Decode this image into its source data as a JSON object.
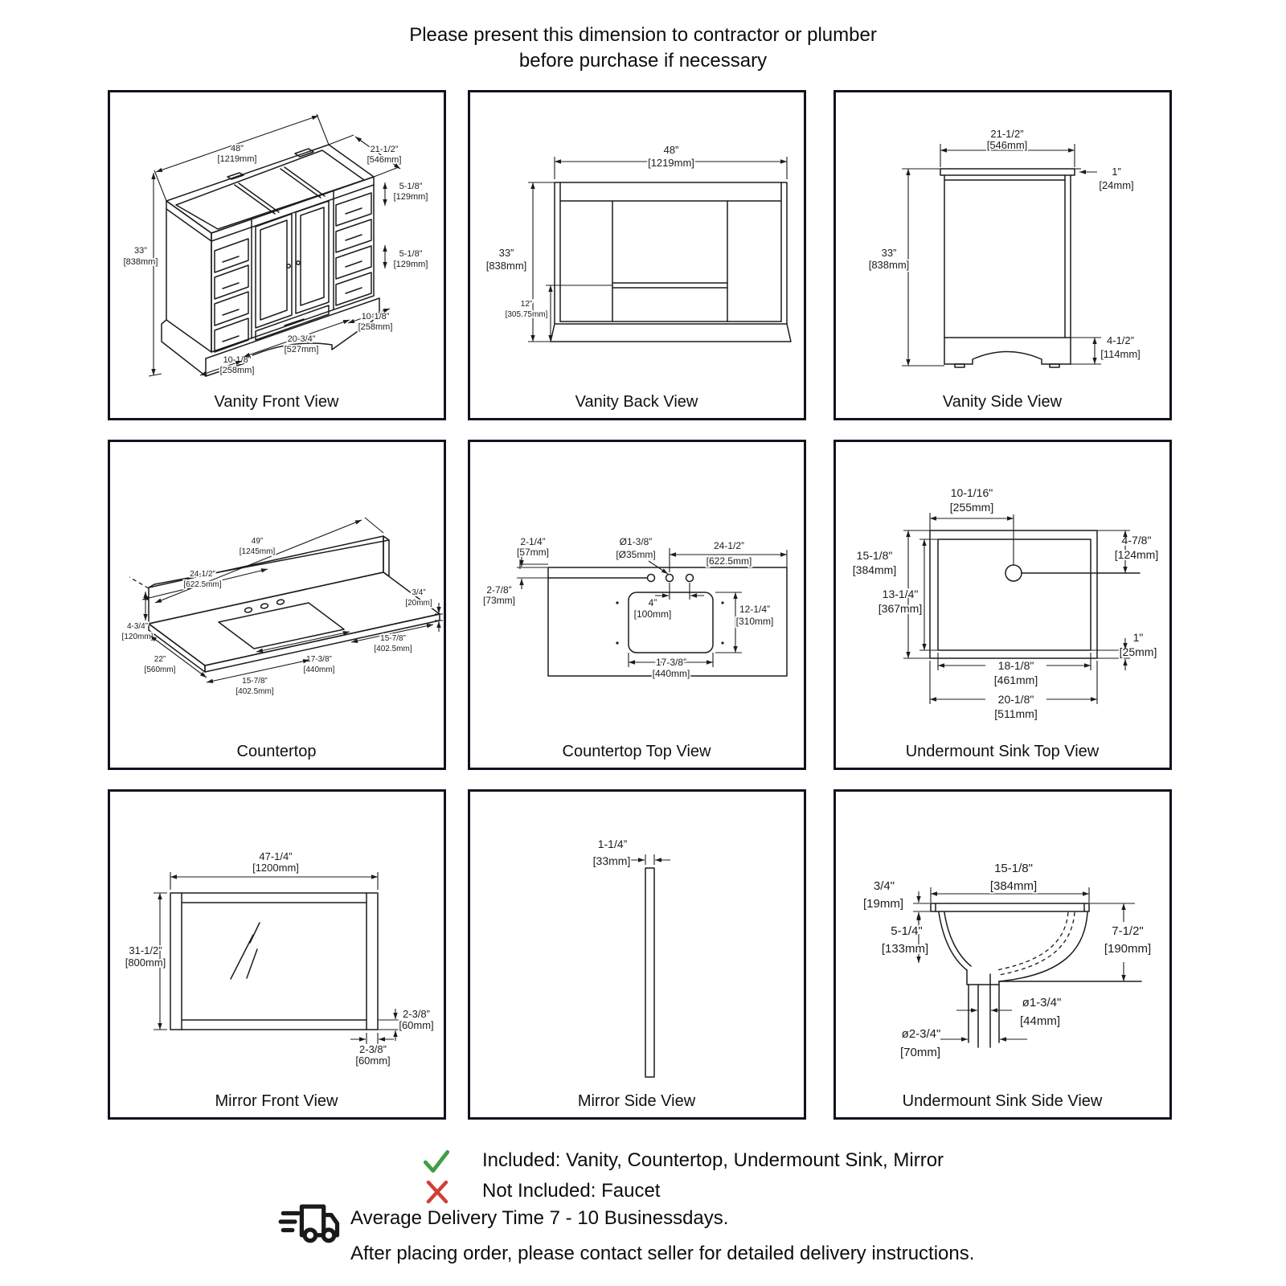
{
  "header": {
    "line1": "Please present this dimension to contractor or plumber",
    "line2": "before purchase if necessary"
  },
  "panels": [
    {
      "caption": "Vanity Front View",
      "dims": {
        "w1": "48”",
        "w2": "[1219mm]",
        "d1": "21-1/2”",
        "d2": "[546mm]",
        "dr1a": "5-1/8”",
        "dr1b": "[129mm]",
        "h1": "33”",
        "h2": "[838mm]",
        "dr2a": "5-1/8”",
        "dr2b": "[129mm]",
        "rb1": "10-1/8”",
        "rb2": "[258mm]",
        "cb1": "20-3/4”",
        "cb2": "[527mm]",
        "lb1": "10-1/8”",
        "lb2": "[258mm]"
      }
    },
    {
      "caption": "Vanity Back View",
      "dims": {
        "w1": "48”",
        "w2": "[1219mm]",
        "h1": "33”",
        "h2": "[838mm]",
        "t1": "12”",
        "t2": "[305.75mm]"
      }
    },
    {
      "caption": "Vanity Side View",
      "dims": {
        "d1": "21-1/2”",
        "d2": "[546mm]",
        "l1": "1”",
        "l2": "[24mm]",
        "h1": "33”",
        "h2": "[838mm]",
        "b1": "4-1/2”",
        "b2": "[114mm]"
      }
    },
    {
      "caption": "Countertop",
      "dims": {
        "l1": "49”",
        "l2": "[1245mm]",
        "m1": "24-1/2”",
        "m2": "[622.5mm]",
        "t1": "3/4”",
        "t2": "[20mm]",
        "s1": "4-3/4”",
        "s2": "[120mm]",
        "d1": "22”",
        "d2": "[560mm]",
        "r1": "15-7/8”",
        "r2": "[402.5mm]",
        "c1": "17-3/8”",
        "c2": "[440mm]",
        "f1": "15-7/8”",
        "f2": "[402.5mm]"
      }
    },
    {
      "caption": "Countertop Top View",
      "dims": {
        "a1": "2-1/4”",
        "a2": "[57mm]",
        "o1": "Ø1-3/8”",
        "o2": "[Ø35mm]",
        "m1": "24-1/2”",
        "m2": "[622.5mm]",
        "b1": "2-7/8”",
        "b2": "[73mm]",
        "c1": "4”",
        "c2": "[100mm]",
        "d1": "12-1/4”",
        "d2": "[310mm]",
        "e1": "17-3/8”",
        "e2": "[440mm]"
      }
    },
    {
      "caption": "Undermount Sink Top View",
      "dims": {
        "a1": "10-1/16\"",
        "a2": "[255mm]",
        "b1": "15-1/8\"",
        "b2": "[384mm]",
        "c1": "13-1/4\"",
        "c2": "[367mm]",
        "d1": "4-7/8\"",
        "d2": "[124mm]",
        "e1": "1\"",
        "e2": "[25mm]",
        "f1": "18-1/8\"",
        "f2": "[461mm]",
        "g1": "20-1/8\"",
        "g2": "[511mm]"
      }
    },
    {
      "caption": "Mirror Front View",
      "dims": {
        "w1": "47-1/4”",
        "w2": "[1200mm]",
        "h1": "31-1/2”",
        "h2": "[800mm]",
        "r1": "2-3/8”",
        "r2": "[60mm]",
        "b1": "2-3/8”",
        "b2": "[60mm]"
      }
    },
    {
      "caption": "Mirror Side View",
      "dims": {
        "t1": "1-1/4”",
        "t2": "[33mm]"
      }
    },
    {
      "caption": "Undermount Sink Side View",
      "dims": {
        "w1": "15-1/8\"",
        "w2": "[384mm]",
        "f1": "3/4\"",
        "f2": "[19mm]",
        "d1": "5-1/4\"",
        "d2": "[133mm]",
        "h1": "7-1/2\"",
        "h2": "[190mm]",
        "p1": "ø1-3/4\"",
        "p2": "[44mm]",
        "q1": "ø2-3/4\"",
        "q2": "[70mm]"
      }
    }
  ],
  "footer": {
    "included": "Included: Vanity, Countertop, Undermount Sink, Mirror",
    "not_included": "Not Included: Faucet",
    "delivery1": "Average Delivery Time 7 - 10 Businessdays.",
    "delivery2": "After placing order, please contact seller for detailed delivery instructions.",
    "check_color": "#3f9e44",
    "cross_color": "#cf4038",
    "line_color": "#1c1c1c"
  }
}
